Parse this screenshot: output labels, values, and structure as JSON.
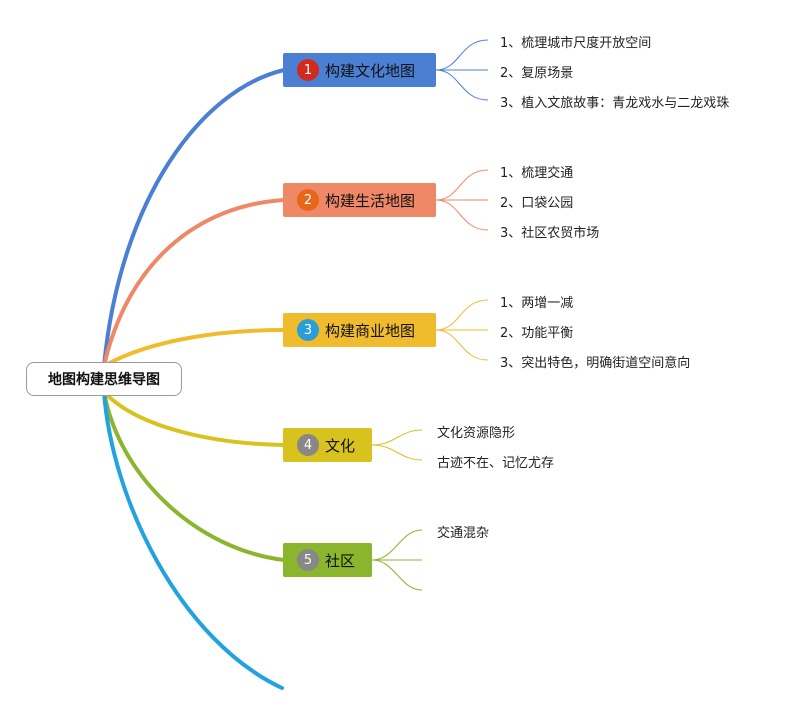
{
  "root": {
    "label": "地图构建思维导图"
  },
  "branches": [
    {
      "number": "1",
      "label": "构建文化地图",
      "color": "#4a7fd4",
      "badge_color": "#d42a1e",
      "items": [
        "1、梳理城市尺度开放空间",
        "2、复原场景",
        "3、植入文旅故事：青龙戏水与二龙戏珠"
      ]
    },
    {
      "number": "2",
      "label": "构建生活地图",
      "color": "#ee8866",
      "badge_color": "#e8661a",
      "items": [
        "1、梳理交通",
        "2、口袋公园",
        "3、社区农贸市场"
      ]
    },
    {
      "number": "3",
      "label": "构建商业地图",
      "color": "#f0bb2c",
      "badge_color": "#2a9ed8",
      "items": [
        "1、两增一减",
        "2、功能平衡",
        "3、突出特色，明确街道空间意向"
      ]
    },
    {
      "number": "4",
      "label": "文化",
      "color": "#d8c21e",
      "badge_color": "#888888",
      "items": [
        "文化资源隐形",
        "古迹不在、记忆尤存"
      ]
    },
    {
      "number": "5",
      "label": "社区",
      "color": "#8ab52c",
      "badge_color": "#888888",
      "items": [
        "交通混杂",
        "",
        ""
      ]
    }
  ],
  "extra_branch_color": "#22a2e0"
}
